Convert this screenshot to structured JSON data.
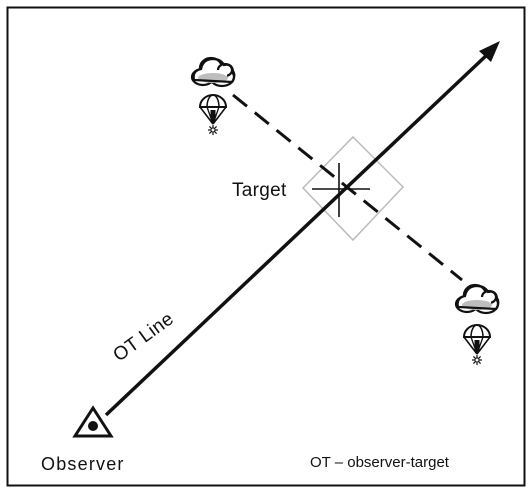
{
  "labels": {
    "target": "Target",
    "ot_line": "OT Line",
    "observer": "Observer",
    "legend": "OT – observer-target"
  },
  "icons": {
    "observer": "observer-triangle-icon",
    "cloud": "cloud-icon",
    "parachute": "parachute-flare-icon"
  },
  "colors": {
    "line": "#111111",
    "border": "#111111",
    "target_box": "#bbbbbb",
    "background": "#ffffff"
  }
}
